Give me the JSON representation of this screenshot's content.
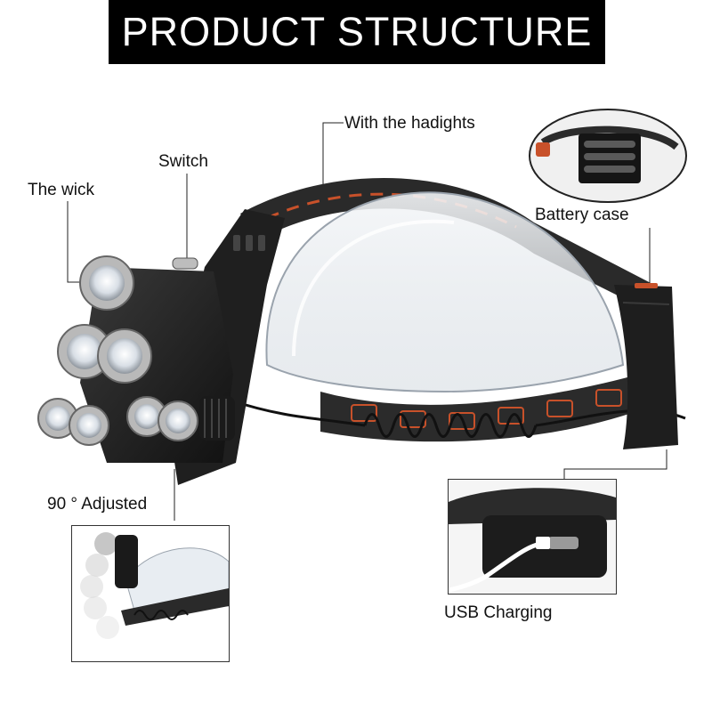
{
  "header": {
    "title": "PRODUCT STRUCTURE"
  },
  "callouts": {
    "with_headlights": "With the hadights",
    "switch": "Switch",
    "wick": "The wick",
    "battery_case": "Battery case",
    "adjusted": "90 ° Adjusted",
    "usb": "USB Charging"
  },
  "colors": {
    "accent_orange": "#c8512a",
    "strap_dark": "#2b2b2b",
    "lamp_silver": "#b9b9b9"
  }
}
